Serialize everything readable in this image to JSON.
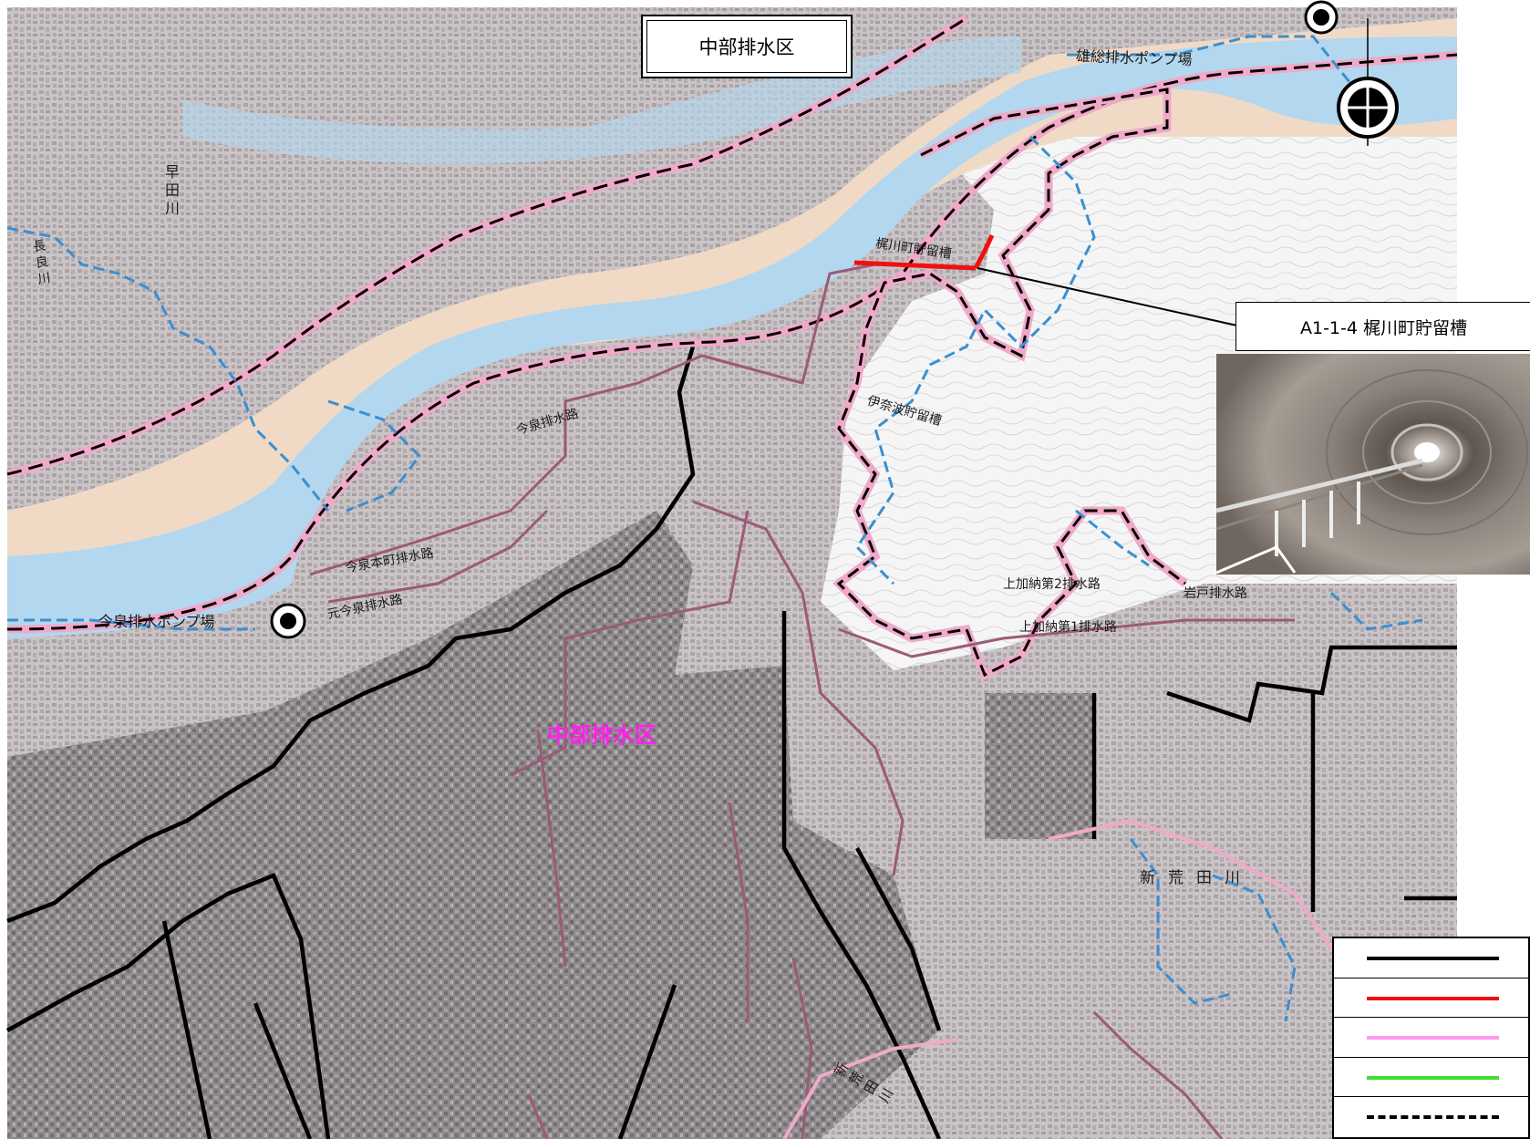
{
  "map": {
    "title": "中部排水区",
    "district_label": "中部排水区",
    "callout": {
      "label": "A1-1-4 梶川町貯留槽"
    },
    "place_labels": [
      {
        "text": "雄総排水ポンプ場",
        "id": "ozusa-pump"
      },
      {
        "text": "今泉排水ポンプ場",
        "id": "imaizumi-pump"
      },
      {
        "text": "梶川町貯留槽",
        "id": "kajikawa-tank"
      },
      {
        "text": "伊奈波貯留槽",
        "id": "inaba-tank"
      },
      {
        "text": "今泉排水路",
        "id": "imaizumi-channel"
      },
      {
        "text": "今泉本町排水路",
        "id": "imaizumi-honmachi"
      },
      {
        "text": "元今泉排水路",
        "id": "moto-imaizumi"
      },
      {
        "text": "上加納第2排水路",
        "id": "kamikano-2"
      },
      {
        "text": "上加納第1排水路",
        "id": "kamikano-1"
      },
      {
        "text": "岩戸排水路",
        "id": "iwato"
      },
      {
        "text": "新荒田川",
        "id": "shin-arata-1"
      },
      {
        "text": "新荒田川",
        "id": "shin-arata-2"
      },
      {
        "text": "早田川",
        "id": "sota"
      },
      {
        "text": "長良川",
        "id": "nagara"
      }
    ],
    "legend": [
      {
        "id": "black-solid",
        "color": "#000000",
        "style": "solid"
      },
      {
        "id": "red-solid",
        "color": "#ee1111",
        "style": "solid"
      },
      {
        "id": "pink-solid",
        "color": "#ff99ee",
        "style": "solid"
      },
      {
        "id": "green-solid",
        "color": "#44dd33",
        "style": "solid"
      },
      {
        "id": "black-dashed",
        "color": "#000000",
        "style": "dashed"
      }
    ],
    "colors": {
      "urban": "#c9c2c6",
      "urban_dense": "#9a9698",
      "river": "#aed6ef",
      "sandbar": "#f2dcc8",
      "hill": "#f4f4f4",
      "boundary": "#000000",
      "district_line": "#9b5a78",
      "channel_blue": "#3a8fd0",
      "highlight_red": "#ee1111"
    }
  }
}
